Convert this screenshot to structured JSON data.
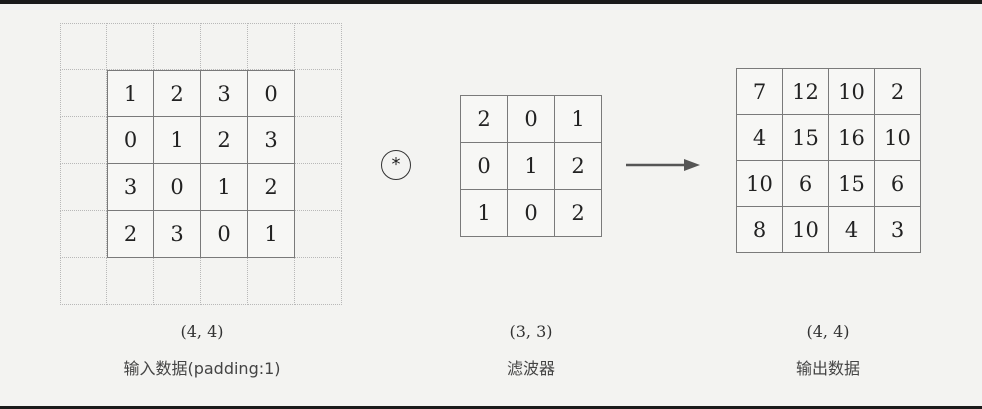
{
  "input": {
    "values": [
      [
        1,
        2,
        3,
        0
      ],
      [
        0,
        1,
        2,
        3
      ],
      [
        3,
        0,
        1,
        2
      ],
      [
        2,
        3,
        0,
        1
      ]
    ],
    "shape_label": "(4, 4)",
    "name_label": "输入数据(padding:1)"
  },
  "operator": "*",
  "filter": {
    "values": [
      [
        2,
        0,
        1
      ],
      [
        0,
        1,
        2
      ],
      [
        1,
        0,
        2
      ]
    ],
    "shape_label": "(3, 3)",
    "name_label": "滤波器"
  },
  "output": {
    "values": [
      [
        7,
        12,
        10,
        2
      ],
      [
        4,
        15,
        16,
        10
      ],
      [
        10,
        6,
        15,
        6
      ],
      [
        8,
        10,
        4,
        3
      ]
    ],
    "shape_label": "(4, 4)",
    "name_label": "输出数据"
  }
}
